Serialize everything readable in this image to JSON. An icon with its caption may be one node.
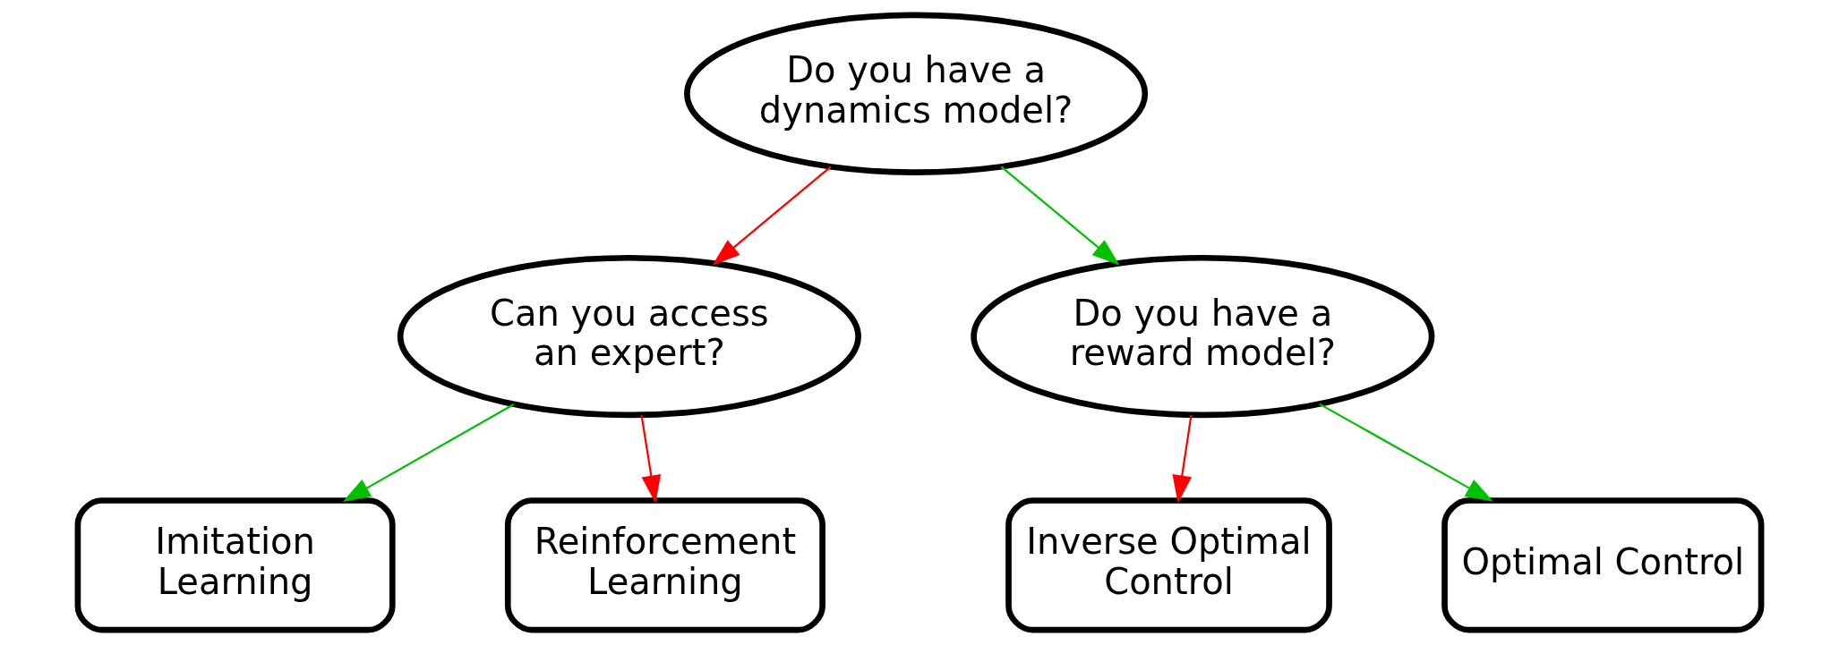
{
  "diagram": {
    "nodes": [
      {
        "text": [
          "Do you have a dynamics model?"
        ]
      },
      {
        "text": [
          "Can you access an expert?"
        ]
      },
      {
        "text": [
          "Do you have a reward model?"
        ]
      },
      {
        "text": [
          "Imitation Learning"
        ]
      },
      {
        "text": [
          "Reinforcement Learning"
        ]
      },
      {
        "text": [
          "Inverse Optimal Control"
        ]
      },
      {
        "text": [
          "Optimal Control"
        ]
      }
    ],
    "edges": [
      {
        "from": 0,
        "to": 1,
        "arrow": "to",
        "color": "#ff0000"
      },
      {
        "from": 0,
        "to": 2,
        "arrow": "to",
        "color": "#00c000"
      },
      {
        "from": 1,
        "to": 3,
        "arrow": "to",
        "color": "#00c000"
      },
      {
        "from": 1,
        "to": 4,
        "arrow": "to",
        "color": "#ff0000"
      },
      {
        "from": 2,
        "to": 5,
        "arrow": "to",
        "color": "#ff0000"
      },
      {
        "from": 2,
        "to": 6,
        "arrow": "to",
        "color": "#00c000"
      }
    ]
  }
}
